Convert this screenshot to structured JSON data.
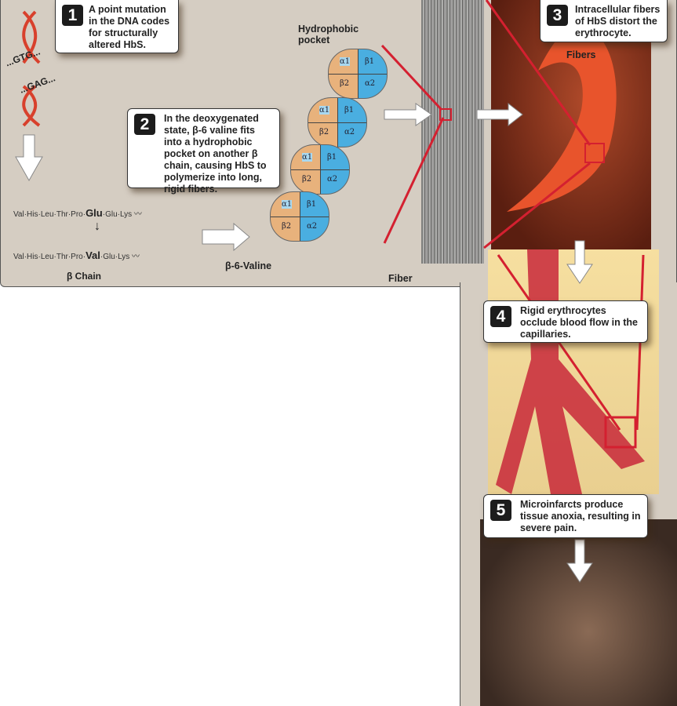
{
  "step1": {
    "number": "1",
    "text": "A point mutation in the DNA codes for structurally altered HbS."
  },
  "step2": {
    "number": "2",
    "text": "In the deoxygenated state, β-6 valine fits into a hydrophobic pocket on another β chain, causing HbS to polymerize into long, rigid fibers."
  },
  "step3": {
    "number": "3",
    "text": "Intracellular fibers of HbS distort the erythrocyte."
  },
  "step4": {
    "number": "4",
    "text": "Rigid erythrocytes occlude blood flow in the capillaries."
  },
  "step5": {
    "number": "5",
    "text": "Microinfarcts produce tissue anoxia, resulting in severe pain."
  },
  "dna": {
    "codon_normal": "...GTG...",
    "codon_mutant": "...GAG..."
  },
  "sequence": {
    "normal_prefix": "Val·His·Leu·Thr·Pro·",
    "normal_residue": "Glu",
    "normal_suffix": "·Glu·Lys",
    "mutant_prefix": "Val·His·Leu·Thr·Pro·",
    "mutant_residue": "Val",
    "mutant_suffix": "·Glu·Lys",
    "chain_label": "β Chain"
  },
  "labels": {
    "hydrophobic_pocket": "Hydrophobic pocket",
    "valine": "β-6-Valine",
    "fiber": "Fiber",
    "fibers": "Fibers"
  },
  "subunits": {
    "a1": "α1",
    "b1": "β1",
    "b2": "β2",
    "a2": "α2"
  },
  "colors": {
    "background": "#d5cdc2",
    "accent_red": "#d42030",
    "alpha_blue": "#4aaee0",
    "beta_tan": "#e8b27c"
  }
}
